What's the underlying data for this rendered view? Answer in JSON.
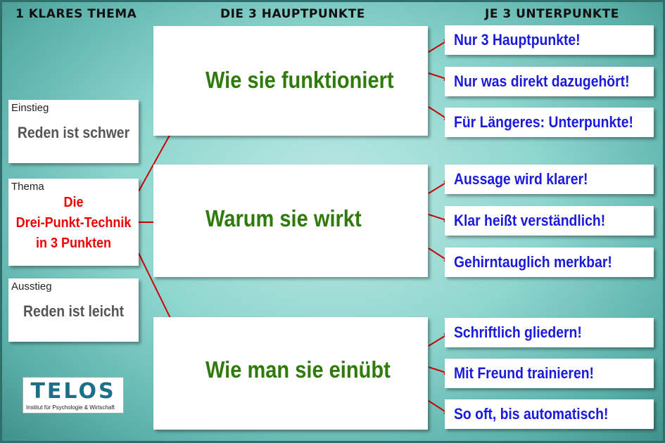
{
  "headers": {
    "col1": "1 KLARES THEMA",
    "col2": "DIE 3 HAUPTPUNKTE",
    "col3": "JE 3 UNTERPUNKTE"
  },
  "left": {
    "entry": {
      "label": "Einstieg",
      "text": "Reden ist schwer"
    },
    "topic": {
      "label": "Thema",
      "line1": "Die",
      "line2": "Drei-Punkt-Technik",
      "line3": "in 3 Punkten"
    },
    "exit": {
      "label": "Ausstieg",
      "text": "Reden ist leicht"
    }
  },
  "main_points": [
    {
      "text": "Wie sie funktioniert"
    },
    {
      "text": "Warum sie wirkt"
    },
    {
      "text": "Wie man sie einübt"
    }
  ],
  "sub_points": [
    "Nur 3 Hauptpunkte!",
    "Nur was direkt dazugehört!",
    "Für Längeres: Unterpunkte!",
    "Aussage wird klarer!",
    "Klar heißt verständlich!",
    "Gehirntauglich merkbar!",
    "Schriftlich gliedern!",
    "Mit Freund trainieren!",
    "So oft, bis automatisch!"
  ],
  "logo": {
    "name": "TELOS",
    "tagline": "Institut für Psychologie & Wirtschaft"
  },
  "colors": {
    "topic_text": "#ee0000",
    "main_text": "#2f7a0a",
    "sub_text": "#1a1adb",
    "arrow": "#cc0000"
  }
}
